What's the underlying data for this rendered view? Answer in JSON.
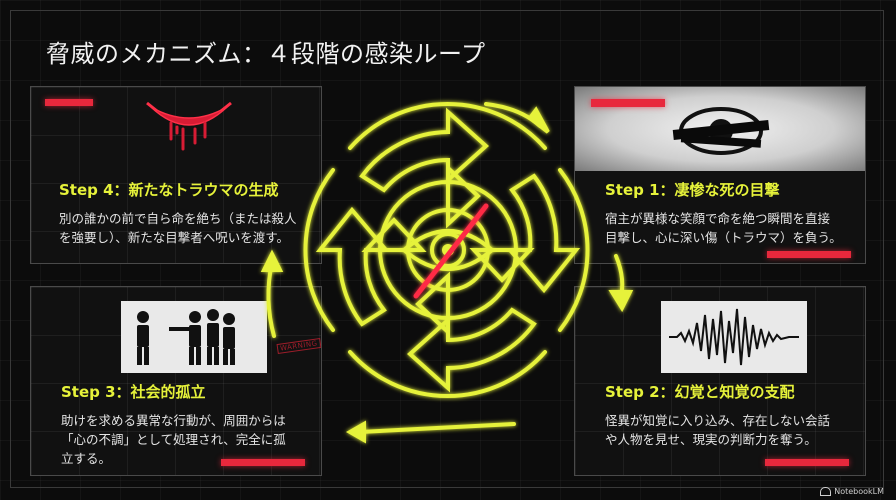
{
  "title": "脅威のメカニズム：４段階の感染ループ",
  "steps": [
    {
      "title": "Step 1：凄惨な死の目撃",
      "desc_line1": "宿主が異様な笑顔で命を絶つ瞬間を直接",
      "desc_line2": "目撃し、心に深い傷（トラウマ）を負う。"
    },
    {
      "title": "Step 2：幻覚と知覚の支配",
      "desc_line1": "怪異が知覚に入り込み、存在しない会話",
      "desc_line2": "や人物を見せ、現実の判断力を奪う。"
    },
    {
      "title": "Step 3：社会的孤立",
      "desc_line1": "助けを求める異常な行動が、周囲からは",
      "desc_line2": "「心の不調」として処理され、完全に孤",
      "desc_line3": "立する。"
    },
    {
      "title": "Step 4：新たなトラウマの生成",
      "desc_line1": "別の誰かの前で自ら命を絶ち（または殺人",
      "desc_line2": "を強要し）、新たな目撃者へ呪いを渡す。"
    }
  ],
  "stamp_text": "WARNING",
  "footer": "NotebookLM",
  "colors": {
    "accent": "#e6f23a",
    "danger": "#e8283c",
    "background": "#0c0c0c"
  },
  "icons": {
    "center": "crossed-eye-icon",
    "cycle": "circular-arrows-icon"
  }
}
